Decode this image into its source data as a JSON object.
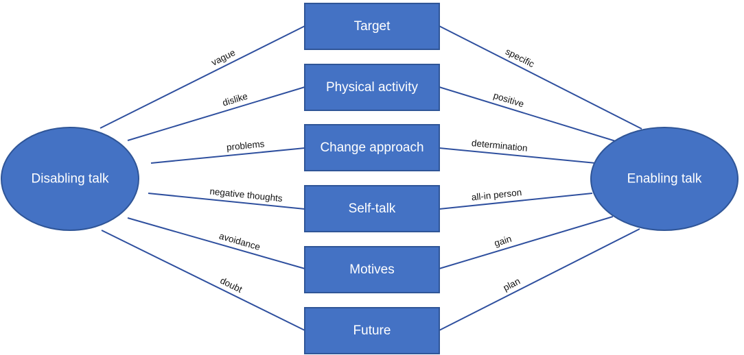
{
  "left_node": {
    "label": "Disabling talk"
  },
  "right_node": {
    "label": "Enabling talk"
  },
  "boxes": [
    {
      "label": "Target",
      "left_edge_label": "vague",
      "right_edge_label": "specific"
    },
    {
      "label": "Physical activity",
      "left_edge_label": "dislike",
      "right_edge_label": "positive"
    },
    {
      "label": "Change approach",
      "left_edge_label": "problems",
      "right_edge_label": "determination"
    },
    {
      "label": "Self-talk",
      "left_edge_label": "negative thoughts",
      "right_edge_label": "all-in person"
    },
    {
      "label": "Motives",
      "left_edge_label": "avoidance",
      "right_edge_label": "gain"
    },
    {
      "label": "Future",
      "left_edge_label": "doubt",
      "right_edge_label": "plan"
    }
  ],
  "colors": {
    "node_fill": "#4472c4",
    "node_stroke": "#2f5597",
    "edge": "#2e4f9e"
  }
}
